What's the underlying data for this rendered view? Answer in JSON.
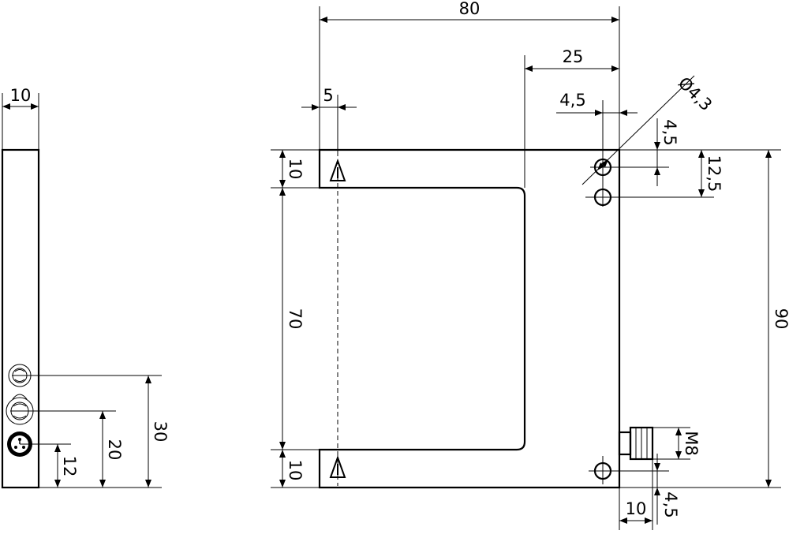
{
  "dimensions": {
    "side_width": "10",
    "width_total": "80",
    "slot_offset": "25",
    "beam_offset": "5",
    "hole_x_offset": "4,5",
    "hole_y_offset": "4,5",
    "hole_diameter": "Ø4,3",
    "hole_spacing": "12,5",
    "arm_top": "10",
    "slot_depth": "70",
    "arm_bottom": "10",
    "height_total": "90",
    "connector_thread": "M8",
    "connector_offset": "10",
    "bottom_hole_offset": "4,5",
    "led_upper": "30",
    "led_middle": "20",
    "connector_height": "12"
  },
  "icons": [
    "emitter-triangle-icon",
    "receiver-triangle-icon",
    "led-indicator-icon",
    "connector-socket-icon"
  ]
}
